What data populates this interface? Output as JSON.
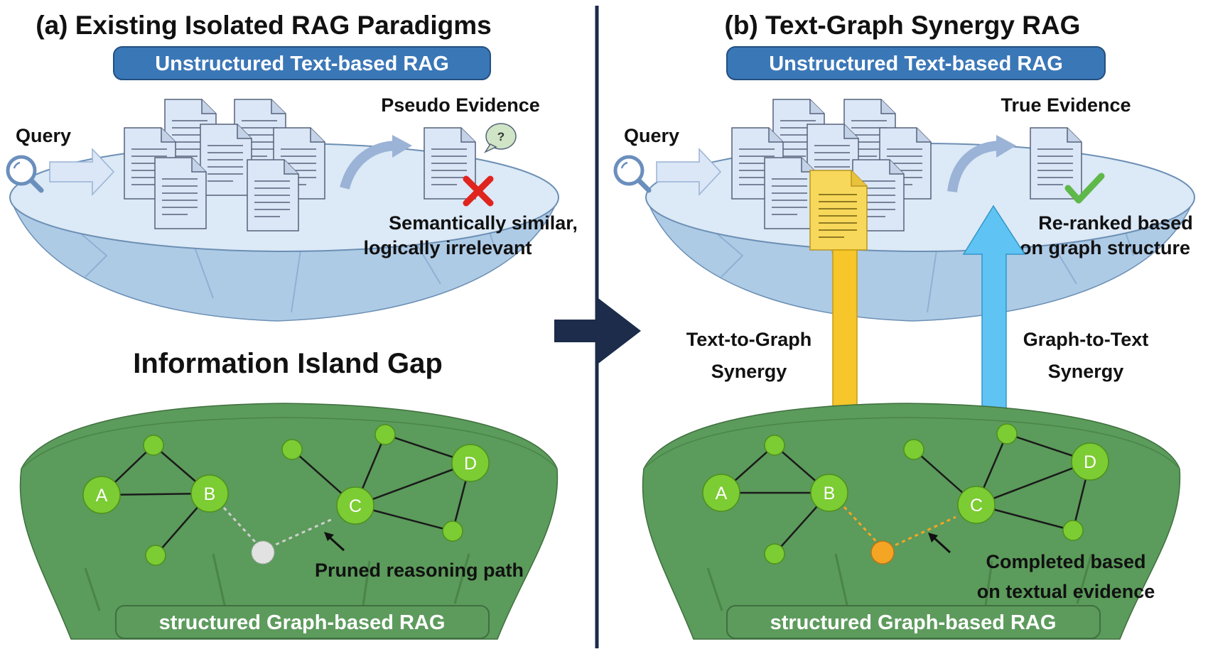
{
  "left": {
    "title": "(a) Existing Isolated RAG Paradigms",
    "text_rag_label": "Unstructured Text-based RAG",
    "query_label": "Query",
    "pseudo_evidence_label": "Pseudo Evidence",
    "question_mark": "?",
    "caption_line1": "Semantically similar,",
    "caption_line2": "logically irrelevant",
    "gap_label": "Information Island Gap",
    "pruned_label": "Pruned reasoning path",
    "graph_rag_label": "structured Graph-based RAG",
    "nodes": {
      "a": "A",
      "b": "B",
      "c": "C",
      "d": "D"
    }
  },
  "right": {
    "title": "(b) Text-Graph Synergy RAG",
    "text_rag_label": "Unstructured Text-based RAG",
    "query_label": "Query",
    "true_evidence_label": "True Evidence",
    "rerank_line1": "Re-ranked based",
    "rerank_line2": "on graph structure",
    "t2g_line1": "Text-to-Graph",
    "t2g_line2": "Synergy",
    "g2t_line1": "Graph-to-Text",
    "g2t_line2": "Synergy",
    "completed_line1": "Completed based",
    "completed_line2": "on textual evidence",
    "graph_rag_label": "structured Graph-based RAG",
    "nodes": {
      "a": "A",
      "b": "B",
      "c": "C",
      "d": "D"
    }
  },
  "colors": {
    "pill_blue": "#3a77b7",
    "pill_green": "#5d9b5d",
    "divider": "#1c2c4a",
    "yellow_arrow": "#f6c62a",
    "blue_arrow": "#5fc3f4",
    "node_green": "#7ccc33",
    "orange_node": "#f5a524",
    "red_cross": "#e0241e",
    "check_green": "#5fb84a"
  }
}
